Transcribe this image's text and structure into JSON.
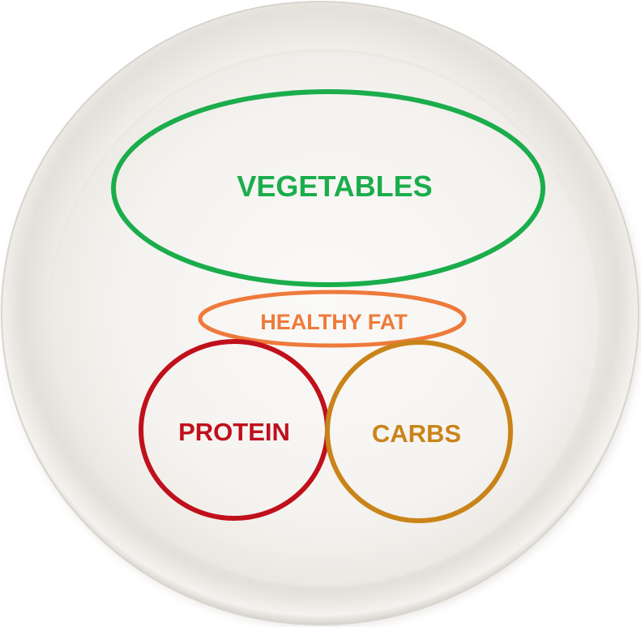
{
  "plate": {
    "sections": [
      {
        "id": "vegetables",
        "label": "VEGETABLES",
        "color": "#1bad4c"
      },
      {
        "id": "healthy-fat",
        "label": "HEALTHY FAT",
        "color": "#ee7a3a"
      },
      {
        "id": "protein",
        "label": "PROTEIN",
        "color": "#c0101c"
      },
      {
        "id": "carbs",
        "label": "CARBS",
        "color": "#c98419"
      }
    ],
    "plate_colors": {
      "rim": "#e9e6e1",
      "inner": "#f2f0ec",
      "center": "#faf9f6",
      "shadow": "#c9c5bf"
    }
  }
}
